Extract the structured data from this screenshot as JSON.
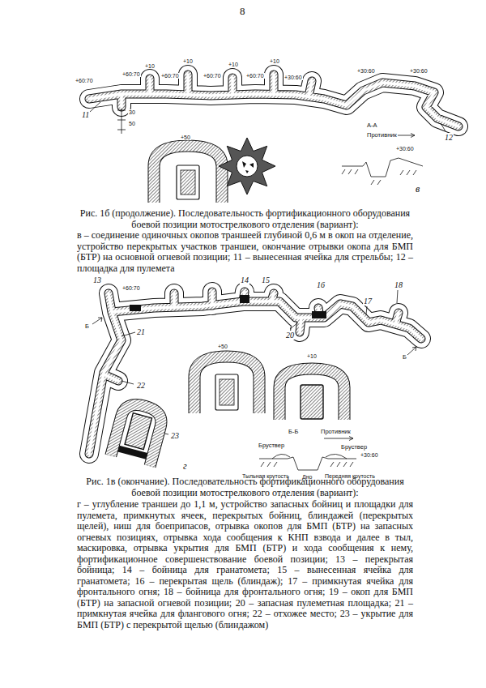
{
  "diagram": {
    "labels": [
      "8",
      "+60:70",
      "+60:70",
      "+10",
      "+60:70",
      "+10",
      "+60:70",
      "+10",
      "+60:70",
      "+10",
      "+30:60",
      "+30:60",
      "+30:60",
      "11",
      "30",
      "50",
      "12",
      "+50",
      "А-А",
      "Противник",
      "+30:60",
      "в",
      "Рис. 1б (продолжение). Последовательность фортификационного оборудования боевой позиции мотострелкового отделения (вариант):",
      "в – соединение одиночных окопов траншеей глубиной 0,6 м в окоп на отделение, устройство перекрытых участков траншеи, окончание отрывки окопа для БМП (БТР) на основной огневой позиции; 11 – вынесенная ячейка для стрельбы; 12 – площадка для пулемета",
      "+60:70",
      "13",
      "14",
      "15",
      "16",
      "18",
      "17",
      "Б",
      "21",
      "20",
      "Б",
      "+50",
      "+10",
      "22",
      "23",
      "Б-Б",
      "Противник",
      "Бруствер",
      "Бруствер",
      "+30:60",
      "Тыльная крутость",
      "Дно",
      "Передняя крутость",
      "г",
      "Рис. 1в (окончание). Последовательность фортификационного оборудования боевой позиции мотострелкового отделения (вариант):",
      "г – углубление траншеи до 1,1 м, устройство запасных бойниц и площадки для пулемета, примкнутых ячеек, перекрытых бойниц, блиндажей (перекрытых щелей), ниш для боеприпасов, отрывка окопов для БМП (БТР) на запасных огневых позициях, отрывка хода сообщения к КНП взвода и далее в тыл, маскировка, отрывка укрытия для БМП (БТР) и хода сообщения к нему, фортификационное совершенствование боевой позиции; 13 – перекрытая бойница; 14 – бойница для гранатомета; 15 – вынесенная ячейка для гранатомета; 16 – перекрытая щель (блиндаж); 17 – примкнутая ячейка для фронтального огня; 18 – бойница для фронтального огня; 19 – окоп для БМП (БТР) на запасной огневой позиции; 20 – запасная пулеметная площадка; 21 – примкнутая ячейка для флангового огня; 22 – отхожее место; 23 – укрытие для БМП (БТР) с перекрытой щелью (блиндажом)"
    ]
  }
}
